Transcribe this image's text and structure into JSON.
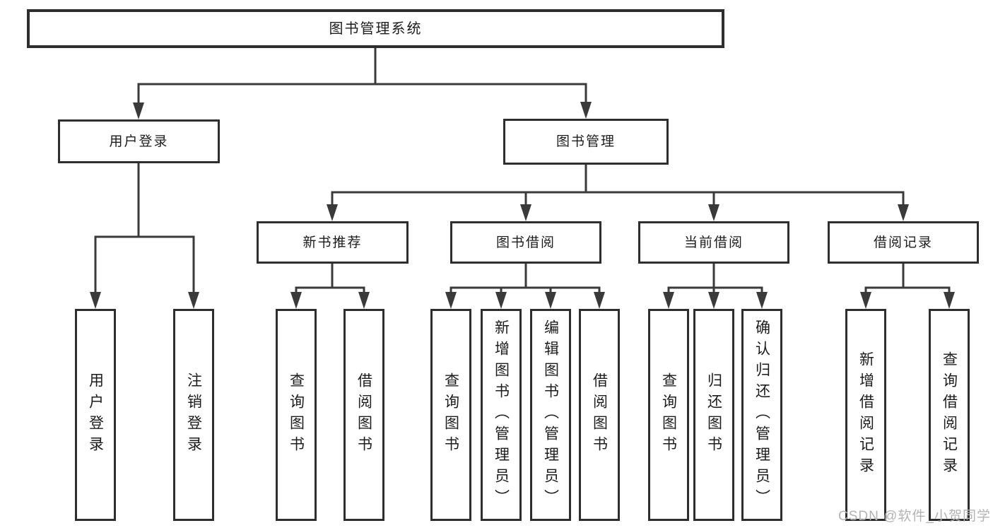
{
  "tree": {
    "root": "图书管理系统",
    "level2": [
      {
        "label": "用户登录",
        "leaves": [
          "用户登录",
          "注销登录"
        ]
      },
      {
        "label": "图书管理",
        "groups": [
          {
            "label": "新书推荐",
            "leaves": [
              "查询图书",
              "借阅图书"
            ]
          },
          {
            "label": "图书借阅",
            "leaves": [
              "查询图书",
              "新增图书（管理员）",
              "编辑图书（管理员）",
              "借阅图书"
            ]
          },
          {
            "label": "当前借阅",
            "leaves": [
              "查询图书",
              "归还图书",
              "确认归还（管理员）"
            ]
          },
          {
            "label": "借阅记录",
            "leaves": [
              "新增借阅记录",
              "查询借阅记录"
            ]
          }
        ]
      }
    ]
  },
  "watermark": {
    "text": "CSDN @软件_小贺同学"
  },
  "colors": {
    "line": "#3a3a3a",
    "box_border": "#2e2e2e",
    "text": "#1c1c1c",
    "watermark": "#b3b3b3",
    "background": "#ffffff"
  }
}
